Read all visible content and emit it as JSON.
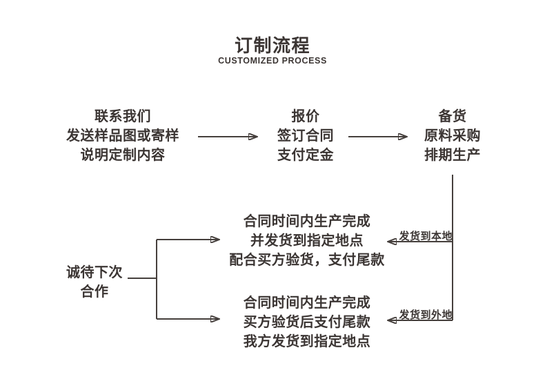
{
  "colors": {
    "background": "#ffffff",
    "text": "#3b3533",
    "line": "#453f3c",
    "arrowhead": "#352f2c"
  },
  "header": {
    "title": "订制流程",
    "subtitle": "CUSTOMIZED PROCESS"
  },
  "flow": {
    "steps": [
      {
        "lines": [
          "联系我们",
          "发送样品图或寄样",
          "说明定制内容"
        ]
      },
      {
        "lines": [
          "报价",
          "签订合同",
          "支付定金"
        ]
      },
      {
        "lines": [
          "备货",
          "原料采购",
          "排期生产"
        ]
      }
    ],
    "outcomes": [
      {
        "branch_label": "发货到本地",
        "lines": [
          "合同时间内生产完成",
          "并发货到指定地点",
          "配合买方验货，支付尾款"
        ]
      },
      {
        "branch_label": "发货到外地",
        "lines": [
          "合同时间内生产完成",
          "买方验货后支付尾款",
          "我方发货到指定地点"
        ]
      }
    ],
    "closing": {
      "lines": [
        "诚待下次",
        "合作"
      ]
    }
  }
}
